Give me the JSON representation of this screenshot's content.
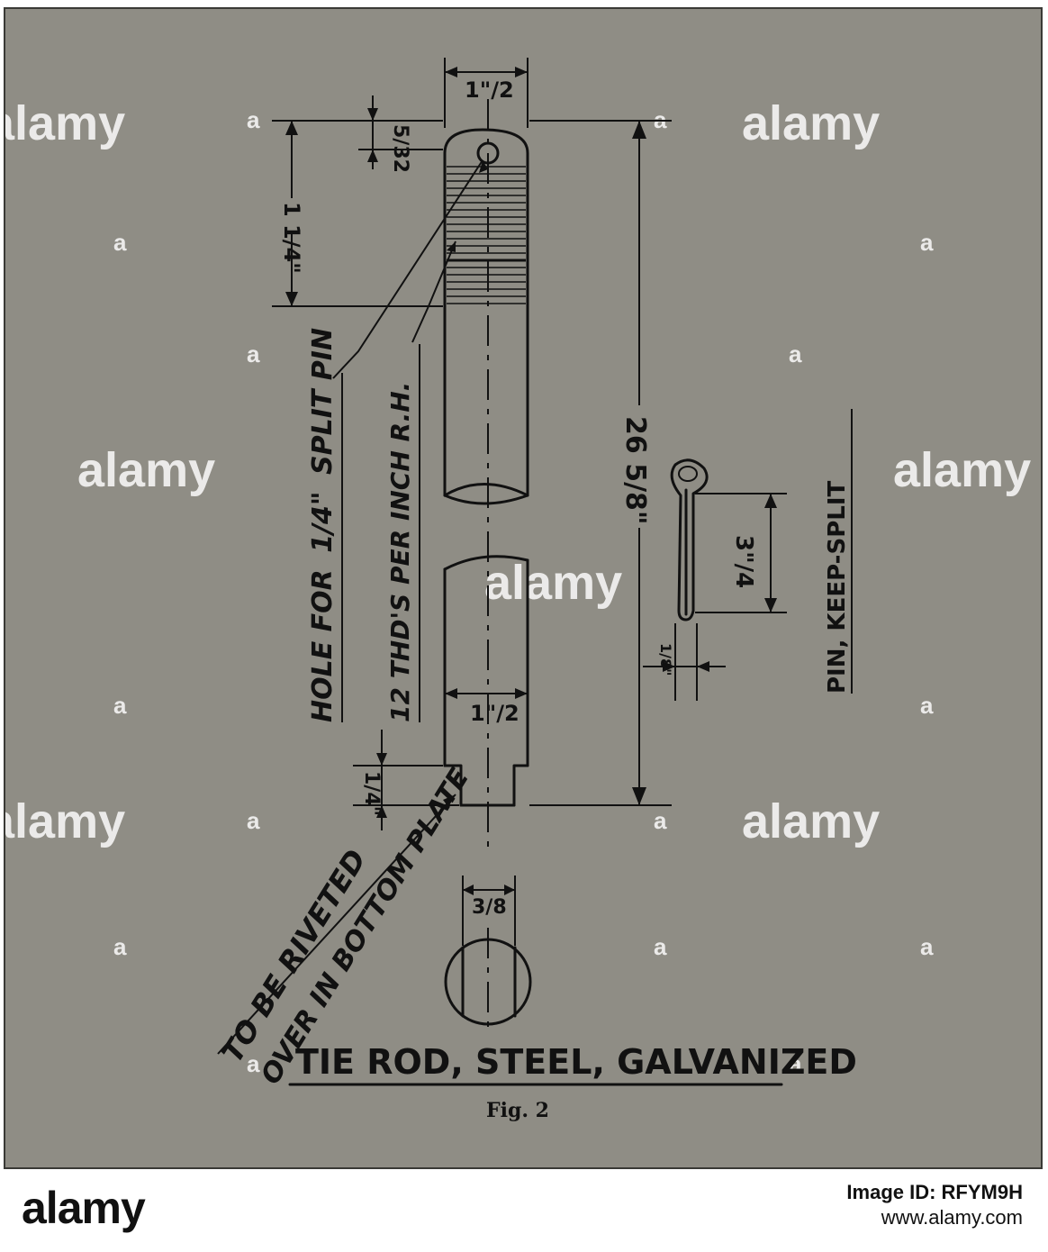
{
  "drawing": {
    "title": "TIE ROD, STEEL, GALVANIZED",
    "figure_caption": "Fig. 2",
    "rod_labels": {
      "hole_note": "HOLE FOR",
      "hole_note_frac": "1/4\"",
      "hole_note_tail": "SPLIT PIN",
      "thread_note": "12 THD'S PER INCH R.H.",
      "rivet_note_line1": "TO BE RIVETED",
      "rivet_note_line2": "OVER IN BOTTOM PLATE"
    },
    "dimensions": {
      "top_diameter": "1\"/2",
      "hole_offset": "5/32",
      "thread_length": "1 1/4\"",
      "overall_length": "26 5/8\"",
      "shank_diameter": "1\"/2",
      "tenon_length": "1/4\"",
      "tenon_diameter": "3/8"
    },
    "pin": {
      "title": "PIN, KEEP-SPLIT",
      "length": "3\"/4",
      "thickness": "1/8\""
    }
  },
  "watermark": {
    "text": "alamy"
  },
  "footer": {
    "logo": "alamy",
    "image_id_label": "Image ID: RFYM9H",
    "site": "www.alamy.com"
  }
}
